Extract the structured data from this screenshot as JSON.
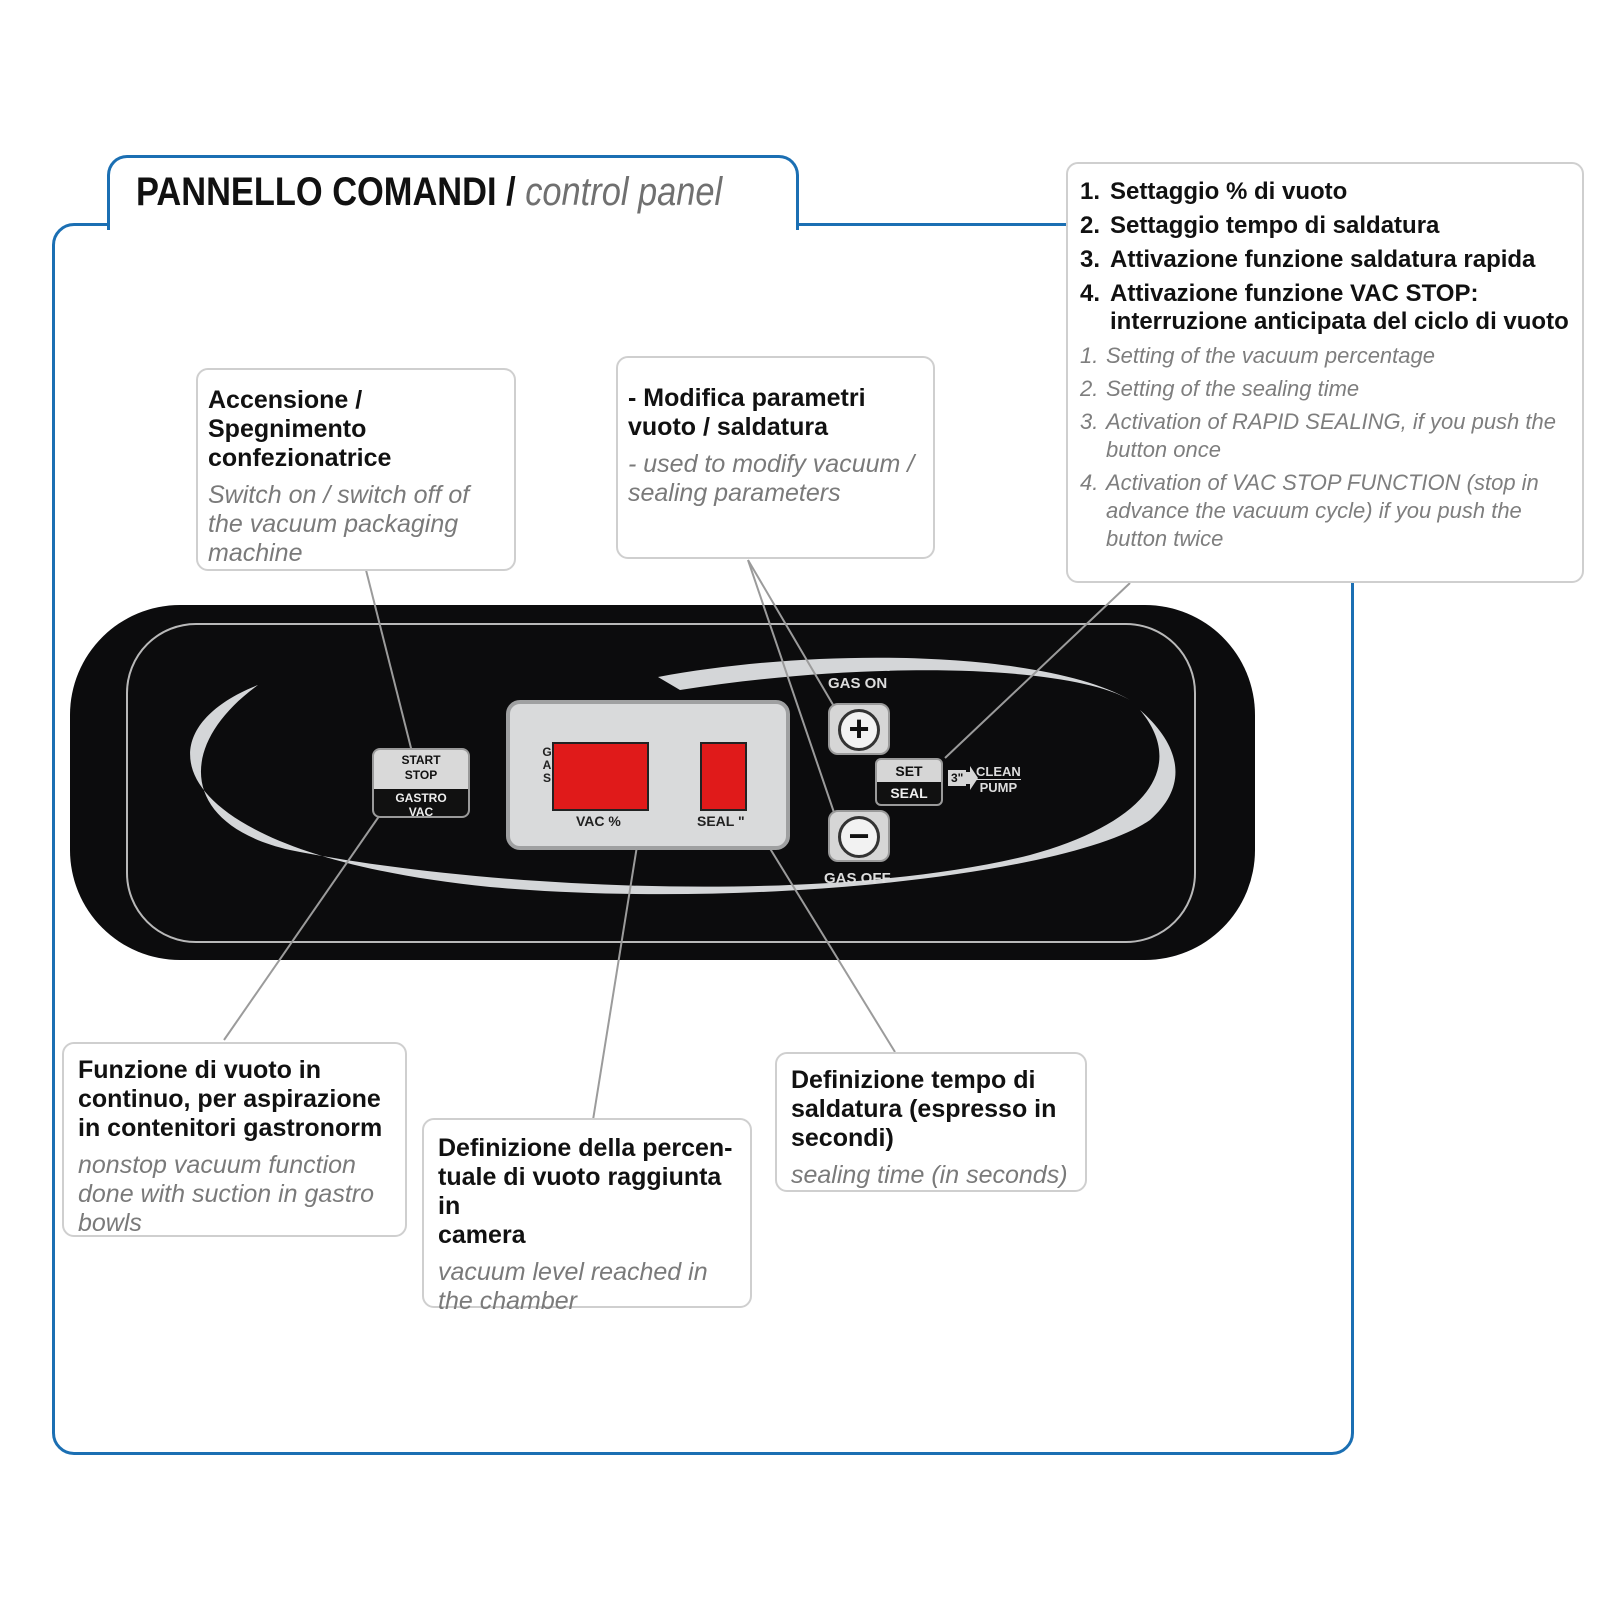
{
  "title": {
    "main": "PANNELLO COMANDI / ",
    "sub": "control panel"
  },
  "callouts": {
    "power": {
      "it": "Accensione / Spegnimento\nconfezionatrice",
      "en": "Switch on / switch off of\nthe vacuum packaging\nmachine"
    },
    "modify": {
      "it": "- Modifica parametri\n  vuoto / saldatura",
      "en": "- used to modify vacuum /\n  sealing parameters"
    },
    "gastro": {
      "it": "Funzione di vuoto in\ncontinuo, per aspirazione\nin contenitori gastronorm",
      "en": "nonstop vacuum function\ndone with suction in gastro\nbowls"
    },
    "vacperc": {
      "it": "Definizione della percen-\ntuale di vuoto raggiunta in\ncamera",
      "en": "vacuum level reached in\nthe chamber"
    },
    "sealtime": {
      "it": "Definizione tempo di\nsaldatura (espresso in\nsecondi)",
      "en": "sealing time (in seconds)"
    },
    "set": {
      "it_items": [
        {
          "num": "1.",
          "text": "Settaggio % di vuoto"
        },
        {
          "num": "2.",
          "text": "Settaggio tempo di saldatura"
        },
        {
          "num": "3.",
          "text": "Attivazione funzione saldatura rapida"
        },
        {
          "num": "4.",
          "text": "Attivazione funzione VAC STOP:\ninterruzione anticipata del ciclo di vuoto"
        }
      ],
      "en_items": [
        {
          "num": "1.",
          "text": "Setting of the vacuum percentage"
        },
        {
          "num": "2.",
          "text": "Setting of the sealing time"
        },
        {
          "num": "3.",
          "text": "Activation of RAPID SEALING, if you push the button once"
        },
        {
          "num": "4.",
          "text": "Activation of VAC STOP FUNCTION (stop in advance the vacuum cycle) if you push the button twice"
        }
      ]
    }
  },
  "panel": {
    "start_stop": {
      "line1": "START",
      "line2": "STOP",
      "line3": "GASTRO",
      "line4": "VAC"
    },
    "display": {
      "gas_letters": "GAS",
      "vac_label": "VAC %",
      "seal_label": "SEAL \""
    },
    "plus_button": {
      "symbol": "+",
      "label": "GAS ON"
    },
    "minus_button": {
      "symbol": "−",
      "label": "GAS OFF"
    },
    "set_seal": {
      "top": "SET",
      "bottom": "SEAL",
      "hold": "3\"",
      "clean": "CLEAN",
      "pump": "PUMP"
    }
  },
  "colors": {
    "frame_blue": "#1b6fb3",
    "panel_black": "#0c0c0d",
    "display_red": "#e01a1a",
    "text_grey": "#7a7a7a"
  }
}
